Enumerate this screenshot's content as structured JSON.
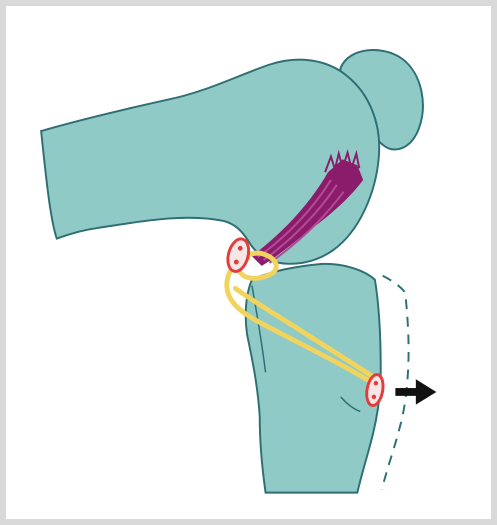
{
  "diagram": {
    "colors": {
      "frame": "#d9d9d9",
      "background": "#ffffff",
      "bone_fill": "#8fcac7",
      "bone_stroke": "#2f6f73",
      "ligament": "#8b1c6b",
      "graft": "#f2d45c",
      "anchor_fill": "#f7e6e6",
      "anchor_stroke": "#e33c3c",
      "arrow": "#111111",
      "dashed_outline": "#2f6f73"
    },
    "elements": {
      "femur": "femur-bone",
      "patella": "patella-bone",
      "tibia": "tibia-bone",
      "ligament": "cruciate-ligament",
      "graft": "graft-loop",
      "femoral_anchor": "femoral-anchor",
      "tibial_anchor": "tibial-anchor",
      "displacement_arrow": "arrow-right-icon"
    }
  }
}
